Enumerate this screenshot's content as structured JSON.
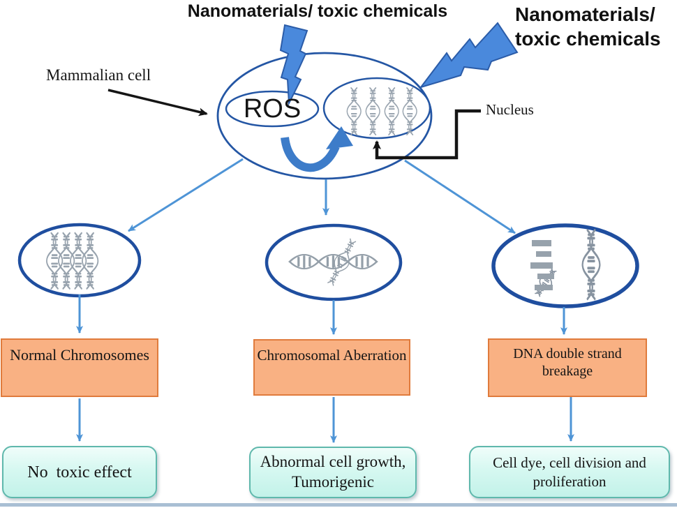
{
  "toxin_labels": {
    "top": "Nanomaterials/ toxic chemicals",
    "right": "Nanomaterials/ toxic chemicals"
  },
  "cell": {
    "label": "Mammalian cell",
    "ros_label": "ROS",
    "nucleus_label": "Nucleus",
    "nucleus_icon": "dna-strands-icon",
    "ros_to_nucleus_icon": "curved-arrow-icon",
    "strike_icons": [
      "lightning-bolt-icon",
      "lightning-bolt-icon"
    ]
  },
  "branches": [
    {
      "name": "normal-chromosomes",
      "icon": "intact-dna-strands-icon",
      "cause": "Normal Chromosomes",
      "effect": "No  toxic effect"
    },
    {
      "name": "chromosomal-aberration",
      "icon": "crossed-dna-aberration-icon",
      "cause": "Chromosomal Aberration",
      "effect": "Abnormal cell growth, Tumorigenic"
    },
    {
      "name": "dna-double-strand-breakage",
      "icon": "broken-dna-icon",
      "cause": "DNA double strand breakage",
      "effect": "Cell dye, cell division and proliferation"
    }
  ],
  "colors": {
    "bolt_fill": "#4A89DC",
    "bolt_stroke": "#2B5CA8",
    "cell_ellipse_border": "#2456A4",
    "row_ellipse_border": "#1F4E9F",
    "branch_arrow": "#4E94D6",
    "curved_arrow": "#3D7CC9",
    "cause_box_fill": "#F9B183",
    "cause_box_border": "#E07B3C",
    "effect_box_fill": "#C2F2E9",
    "effect_box_border": "#5FB8AC",
    "connector_black": "#151515",
    "dna_gray": "#98A3AE",
    "bottom_rule": "#A9BFD4"
  }
}
